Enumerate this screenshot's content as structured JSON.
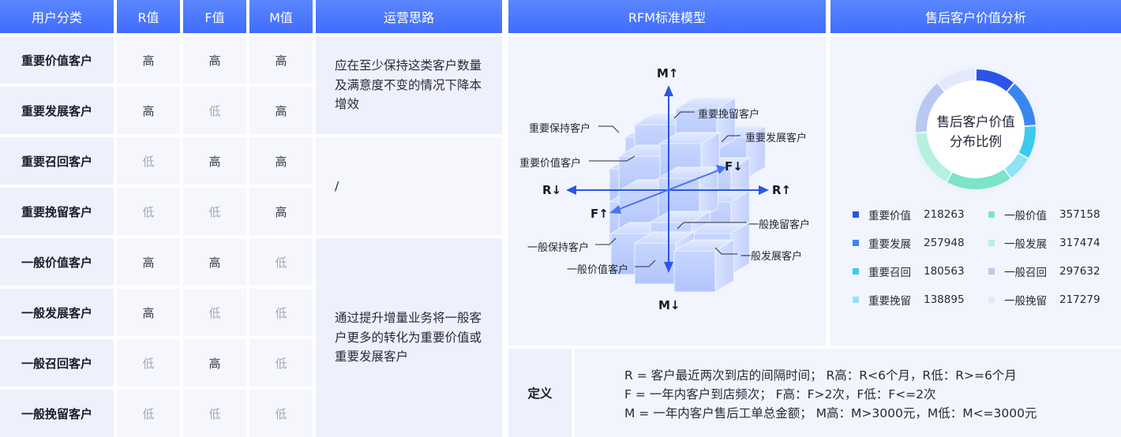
{
  "headers": {
    "category": "用户分类",
    "r": "R值",
    "f": "F值",
    "m": "M值",
    "strategy": "运营思路",
    "model": "RFM标准模型",
    "analysis": "售后客户价值分析"
  },
  "rows": [
    {
      "name": "重要价值客户",
      "r": "高",
      "f": "高",
      "m": "高"
    },
    {
      "name": "重要发展客户",
      "r": "高",
      "f": "低",
      "m": "高"
    },
    {
      "name": "重要召回客户",
      "r": "低",
      "f": "高",
      "m": "高"
    },
    {
      "name": "重要挽留客户",
      "r": "低",
      "f": "低",
      "m": "高"
    },
    {
      "name": "一般价值客户",
      "r": "高",
      "f": "高",
      "m": "低"
    },
    {
      "name": "一般发展客户",
      "r": "高",
      "f": "低",
      "m": "低"
    },
    {
      "name": "一般召回客户",
      "r": "低",
      "f": "高",
      "m": "低"
    },
    {
      "name": "一般挽留客户",
      "r": "低",
      "f": "低",
      "m": "低"
    }
  ],
  "strategies": [
    "应在至少保持这类客户数量及满意度不变的情况下降本增效",
    "/",
    "通过提升增量业务将一般客户更多的转化为重要价值或重要发展客户"
  ],
  "model": {
    "axes": {
      "m_up": "M↑",
      "m_down": "M↓",
      "r_left": "R↓",
      "r_right": "R↑",
      "f_up": "F↑",
      "f_down": "F↓"
    },
    "labels": {
      "important_retain": "重要挽留客户",
      "important_keep": "重要保持客户",
      "important_develop": "重要发展客户",
      "important_value": "重要价值客户",
      "general_retain": "一般挽留客户",
      "general_keep": "一般保持客户",
      "general_develop": "一般发展客户",
      "general_value": "一般价值客户"
    }
  },
  "donut": {
    "center_line1": "售后客户价值",
    "center_line2": "分布比例"
  },
  "chart_data": {
    "type": "pie",
    "title": "",
    "categories": [
      "重要价值",
      "重要发展",
      "重要召回",
      "重要挽留",
      "一般价值",
      "一般发展",
      "一般召回",
      "一般挽留"
    ],
    "values": [
      218263,
      257948,
      180563,
      138895,
      357158,
      317474,
      297632,
      217279
    ],
    "colors": [
      "#2b54e8",
      "#3a86ef",
      "#3ccbee",
      "#8fe3f6",
      "#7de3cb",
      "#b4f1de",
      "#b9c8f2",
      "#e3e9fa"
    ]
  },
  "definitions": {
    "title": "定义",
    "lines": [
      "R = 客户最近两次到店的间隔时间； R高：R<6个月，R低：R>=6个月",
      "F = 一年内客户到店频次； F高：F>2次，F低：F<=2次",
      "M = 一年内客户售后工单总金额； M高：M>3000元，M低：M<=3000元"
    ]
  }
}
